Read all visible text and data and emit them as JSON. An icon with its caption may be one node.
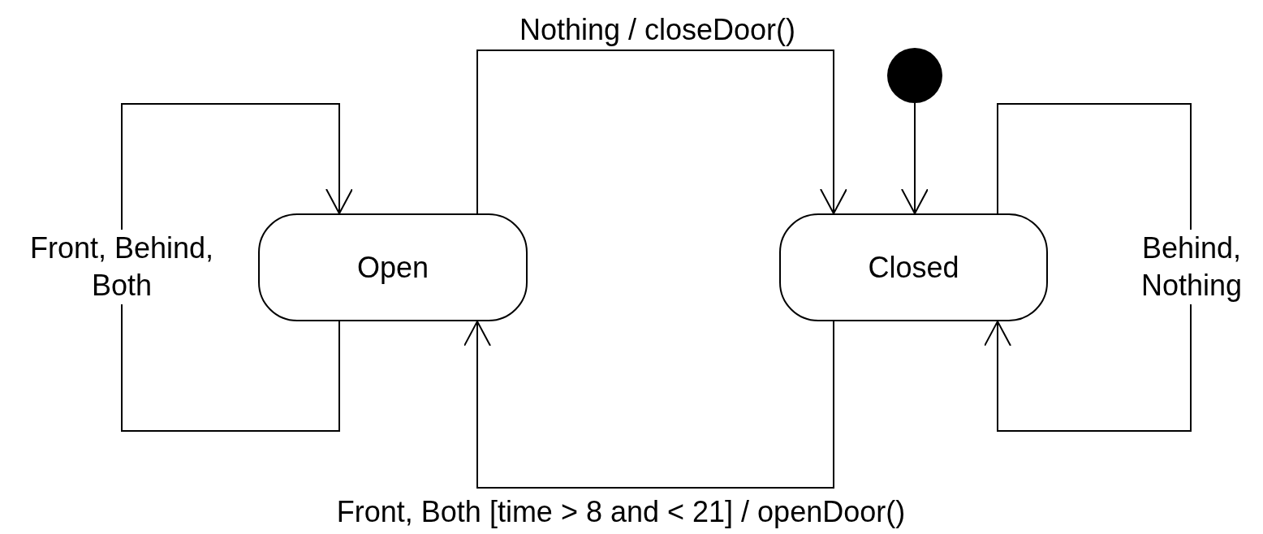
{
  "diagram": {
    "nodes": [
      {
        "text": [
          "Open"
        ]
      },
      {
        "text": [
          "Closed"
        ]
      },
      {
        "text": [],
        "shape": "circle"
      }
    ],
    "edges": [
      {
        "from": 0,
        "to": 0,
        "arrow": "to",
        "label": "Front, Behind, Both"
      },
      {
        "from": 0,
        "to": 1,
        "arrow": "to",
        "label": "Nothing / closeDoor()"
      },
      {
        "from": 2,
        "to": 1,
        "arrow": "to"
      },
      {
        "from": 1,
        "to": 1,
        "arrow": "to",
        "label": "Behind, Nothing"
      },
      {
        "from": 1,
        "to": 0,
        "arrow": "to",
        "label": "Front, Both [time > 8 and < 21] / openDoor()"
      }
    ]
  }
}
